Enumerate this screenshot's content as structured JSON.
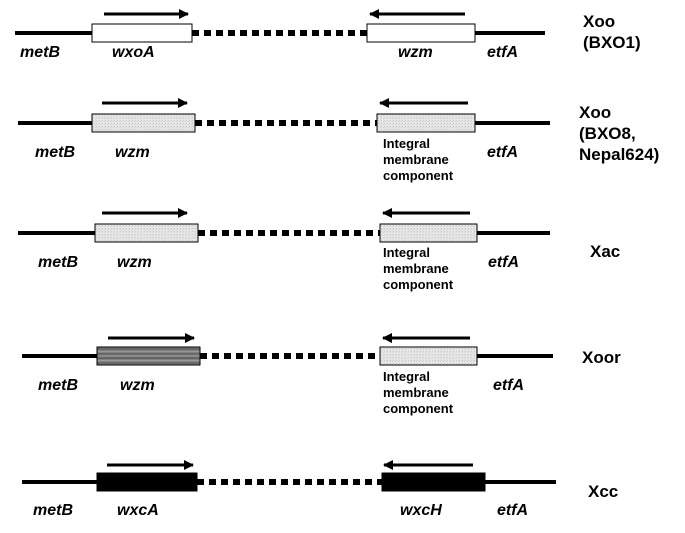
{
  "rows": [
    {
      "strain_lines": [
        "Xoo",
        "(BXO1)"
      ],
      "left_flank": "metB",
      "right_flank": "etfA",
      "left_gene": {
        "label": "wxoA",
        "fill": "white"
      },
      "right_gene": {
        "label": "wzm",
        "fill": "white"
      },
      "right_desc_lines": []
    },
    {
      "strain_lines": [
        "Xoo",
        "(BXO8,",
        "Nepal624)"
      ],
      "left_flank": "metB",
      "right_flank": "etfA",
      "left_gene": {
        "label": "wzm",
        "fill": "light"
      },
      "right_gene": {
        "label": "",
        "fill": "light"
      },
      "right_desc_lines": [
        "Integral",
        "membrane",
        "component"
      ]
    },
    {
      "strain_lines": [
        "Xac"
      ],
      "left_flank": "metB",
      "right_flank": "etfA",
      "left_gene": {
        "label": "wzm",
        "fill": "light"
      },
      "right_gene": {
        "label": "",
        "fill": "light"
      },
      "right_desc_lines": [
        "Integral",
        "membrane",
        "component"
      ]
    },
    {
      "strain_lines": [
        "Xoor"
      ],
      "left_flank": "metB",
      "right_flank": "etfA",
      "left_gene": {
        "label": "wzm",
        "fill": "dark"
      },
      "right_gene": {
        "label": "",
        "fill": "light"
      },
      "right_desc_lines": [
        "Integral",
        "membrane",
        "component"
      ]
    },
    {
      "strain_lines": [
        "Xcc"
      ],
      "left_flank": "metB",
      "right_flank": "etfA",
      "left_gene": {
        "label": "wxcA",
        "fill": "black"
      },
      "right_gene": {
        "label": "wxcH",
        "fill": "black"
      },
      "right_desc_lines": []
    }
  ],
  "colors": {
    "line": "#000000",
    "white": "#ffffff",
    "light": "#e3e3e3",
    "dark": "#7a7a7a",
    "black": "#000000"
  }
}
